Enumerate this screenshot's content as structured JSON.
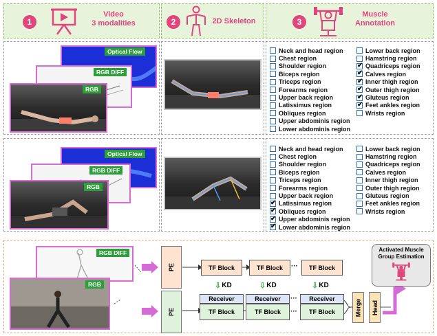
{
  "header": {
    "step1": {
      "num": "1",
      "title_line1": "Video",
      "title_line2": "3 modalities"
    },
    "step2": {
      "num": "2",
      "title": "2D Skeleton"
    },
    "step3": {
      "num": "3",
      "title_line1": "Muscle",
      "title_line2": "Annotation"
    }
  },
  "modalities": {
    "optical_flow": "Optical Flow",
    "rgb_diff": "RGB DIFF",
    "rgb": "RGB"
  },
  "example1": {
    "col1": [
      {
        "label": "Neck and head region",
        "checked": false
      },
      {
        "label": "Chest region",
        "checked": false
      },
      {
        "label": "Shoulder region",
        "checked": false
      },
      {
        "label": "Biceps region",
        "checked": false
      },
      {
        "label": "Triceps region",
        "checked": false
      },
      {
        "label": "Forearms region",
        "checked": false
      },
      {
        "label": "Upper back region",
        "checked": false
      },
      {
        "label": "Latissimus region",
        "checked": false
      },
      {
        "label": "Obliques region",
        "checked": false
      },
      {
        "label": "Upper abdominis region",
        "checked": false
      },
      {
        "label": "Lower abdominis region",
        "checked": false
      }
    ],
    "col2": [
      {
        "label": "Lower back region",
        "checked": false
      },
      {
        "label": "Hamstring region",
        "checked": false
      },
      {
        "label": "Quadriceps region",
        "checked": true
      },
      {
        "label": "Calves region",
        "checked": true
      },
      {
        "label": "Inner thigh region",
        "checked": true
      },
      {
        "label": "Outer thigh region",
        "checked": true
      },
      {
        "label": "Gluteus region",
        "checked": true
      },
      {
        "label": "Feet ankles region",
        "checked": true
      },
      {
        "label": "Wrists region",
        "checked": false
      }
    ]
  },
  "example2": {
    "col1": [
      {
        "label": "Neck and head region",
        "checked": false
      },
      {
        "label": "Chest region",
        "checked": false
      },
      {
        "label": "Shoulder region",
        "checked": false
      },
      {
        "label": "Biceps region",
        "checked": false
      },
      {
        "label": "Triceps region",
        "checked": false
      },
      {
        "label": "Forearms region",
        "checked": false
      },
      {
        "label": "Upper back region",
        "checked": false
      },
      {
        "label": "Latissimus region",
        "checked": true
      },
      {
        "label": "Obliques region",
        "checked": true
      },
      {
        "label": "Upper abdominis region",
        "checked": true
      },
      {
        "label": "Lower abdominis region",
        "checked": true
      }
    ],
    "col2": [
      {
        "label": "Lower back region",
        "checked": false
      },
      {
        "label": "Hamstring region",
        "checked": false
      },
      {
        "label": "Quadriceps region",
        "checked": false
      },
      {
        "label": "Calves region",
        "checked": false
      },
      {
        "label": "Inner thigh region",
        "checked": false
      },
      {
        "label": "Outer thigh region",
        "checked": false
      },
      {
        "label": "Gluteus region",
        "checked": false
      },
      {
        "label": "Feet ankles region",
        "checked": false
      },
      {
        "label": "Wrists region",
        "checked": false
      }
    ]
  },
  "architecture": {
    "pe": "PE",
    "tf_block": "TF Block",
    "receiver": "Receiver",
    "kd": "KD",
    "ellipsis": "···",
    "merge": "Merge",
    "head": "Head",
    "output_title": "Activated Muscle Group Estimation",
    "rgb_diff": "RGB DIFF",
    "rgb": "RGB"
  },
  "colors": {
    "accent_pink": "#e0457b",
    "frame_magenta": "#d66bd6",
    "label_green": "#2e9e3a",
    "checkbox_blue": "#2a6fb5"
  }
}
